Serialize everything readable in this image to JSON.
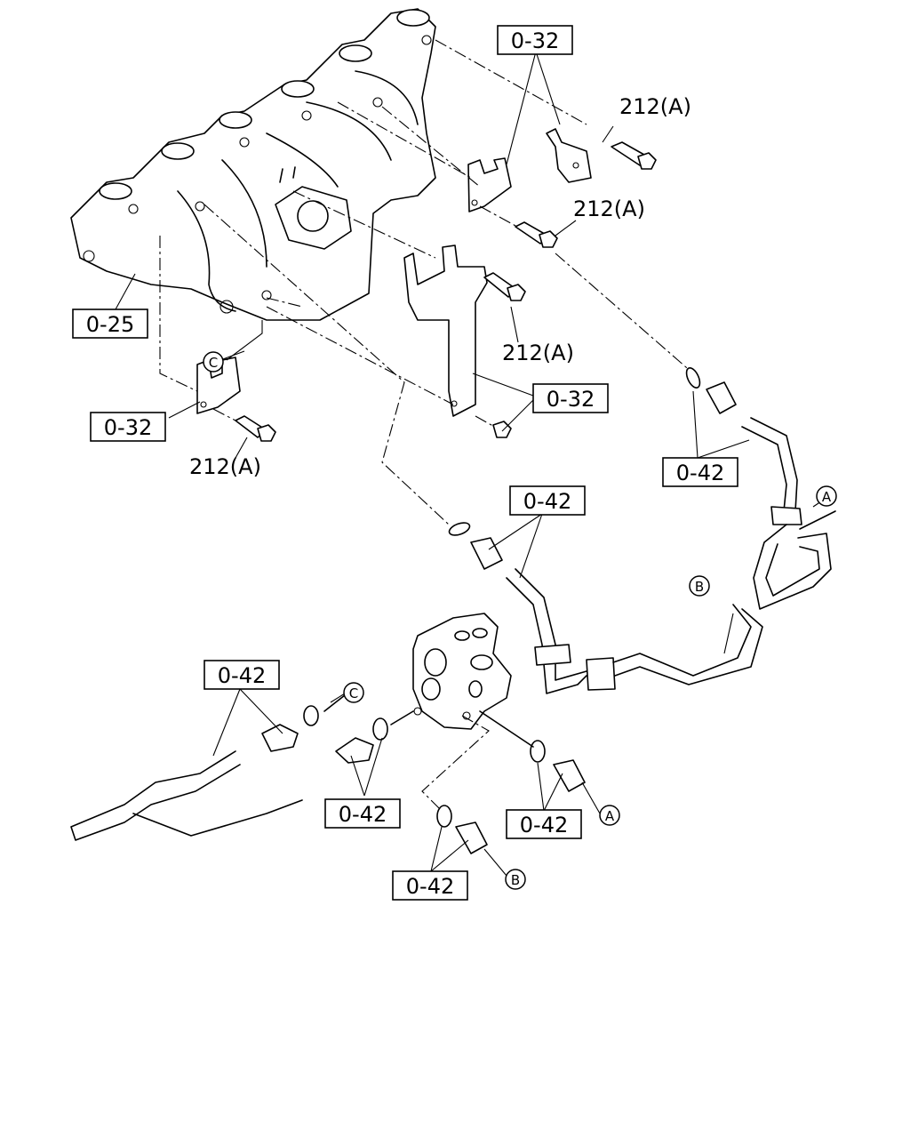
{
  "labels": {
    "ref_0_32": "0-32",
    "ref_0_25": "0-25",
    "ref_0_42": "0-42",
    "bolt_212a": "212(A)",
    "conn_a": "A",
    "conn_b": "B",
    "conn_c": "C"
  }
}
